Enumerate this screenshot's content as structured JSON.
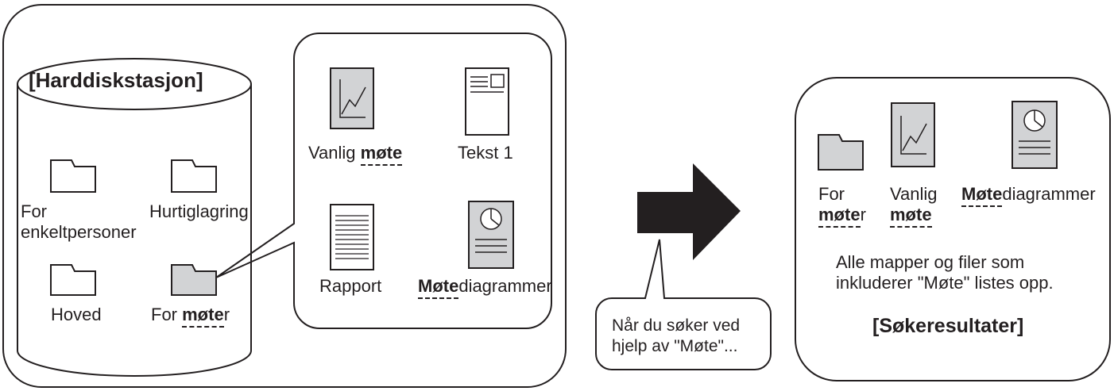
{
  "drive": {
    "title": "[Harddiskstasjon]",
    "folders": [
      {
        "name": "For enkeltpersoner",
        "line1": "For",
        "line2": "enkeltpersoner"
      },
      {
        "name": "Hurtiglagring",
        "label": "Hurtiglagring"
      },
      {
        "name": "Hoved",
        "label": "Hoved"
      },
      {
        "name": "For møter",
        "before": "For ",
        "match": "møte",
        "after": "r"
      }
    ]
  },
  "folder_contents": {
    "files": [
      {
        "before": "Vanlig ",
        "match": "møte",
        "after": ""
      },
      {
        "label": "Tekst 1"
      },
      {
        "label": "Rapport"
      },
      {
        "before": "",
        "match": "Møte",
        "after": "diagrammer"
      }
    ]
  },
  "callout": {
    "line1": "Når du søker ved",
    "line2": "hjelp av \"Møte\"..."
  },
  "results": {
    "items": [
      {
        "line1": "For",
        "match": "møte",
        "after": "r"
      },
      {
        "line1": "Vanlig",
        "match": "møte",
        "after": ""
      },
      {
        "match": "Møte",
        "after": "diagrammer"
      }
    ],
    "note_line1": "Alle mapper og filer som",
    "note_line2": "inkluderer \"Møte\" listes opp.",
    "title": "[Søkeresultater]"
  }
}
